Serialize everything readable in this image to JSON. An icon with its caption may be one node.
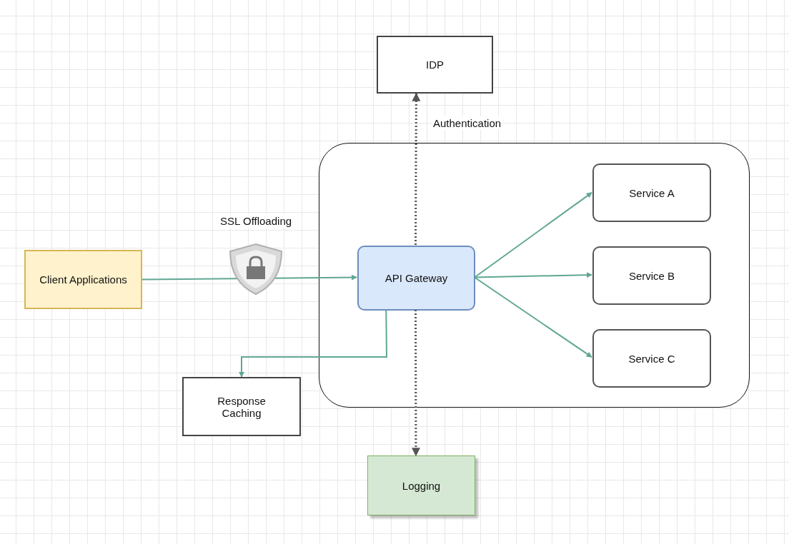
{
  "diagram": {
    "nodes": [
      {
        "text": [
          "IDP"
        ]
      },
      {
        "text": [
          "Client Applications"
        ]
      },
      {
        "text": [],
        "shape": "box"
      },
      {
        "text": [
          "API Gateway"
        ],
        "in": 2
      },
      {
        "text": [
          "Service A"
        ],
        "in": 2
      },
      {
        "text": [
          "Service B"
        ],
        "in": 2
      },
      {
        "text": [
          "Service C"
        ],
        "in": 2
      },
      {
        "text": [
          "Response Caching"
        ]
      },
      {
        "text": [
          "Logging"
        ]
      }
    ],
    "edges": [
      {
        "from": 1,
        "to": 3,
        "arrow": "to",
        "label": "SSL Offloading"
      },
      {
        "from": 3,
        "to": 0,
        "arrow": "to",
        "label": "Authentication",
        "style": "dashed",
        "color": "#555555"
      },
      {
        "from": 3,
        "to": 4,
        "arrow": "to"
      },
      {
        "from": 3,
        "to": 5,
        "arrow": "to"
      },
      {
        "from": 3,
        "to": 6,
        "arrow": "to"
      },
      {
        "from": 3,
        "to": 7,
        "arrow": "to"
      },
      {
        "from": 3,
        "to": 8,
        "arrow": "to",
        "style": "dashed",
        "color": "#555555"
      }
    ]
  }
}
